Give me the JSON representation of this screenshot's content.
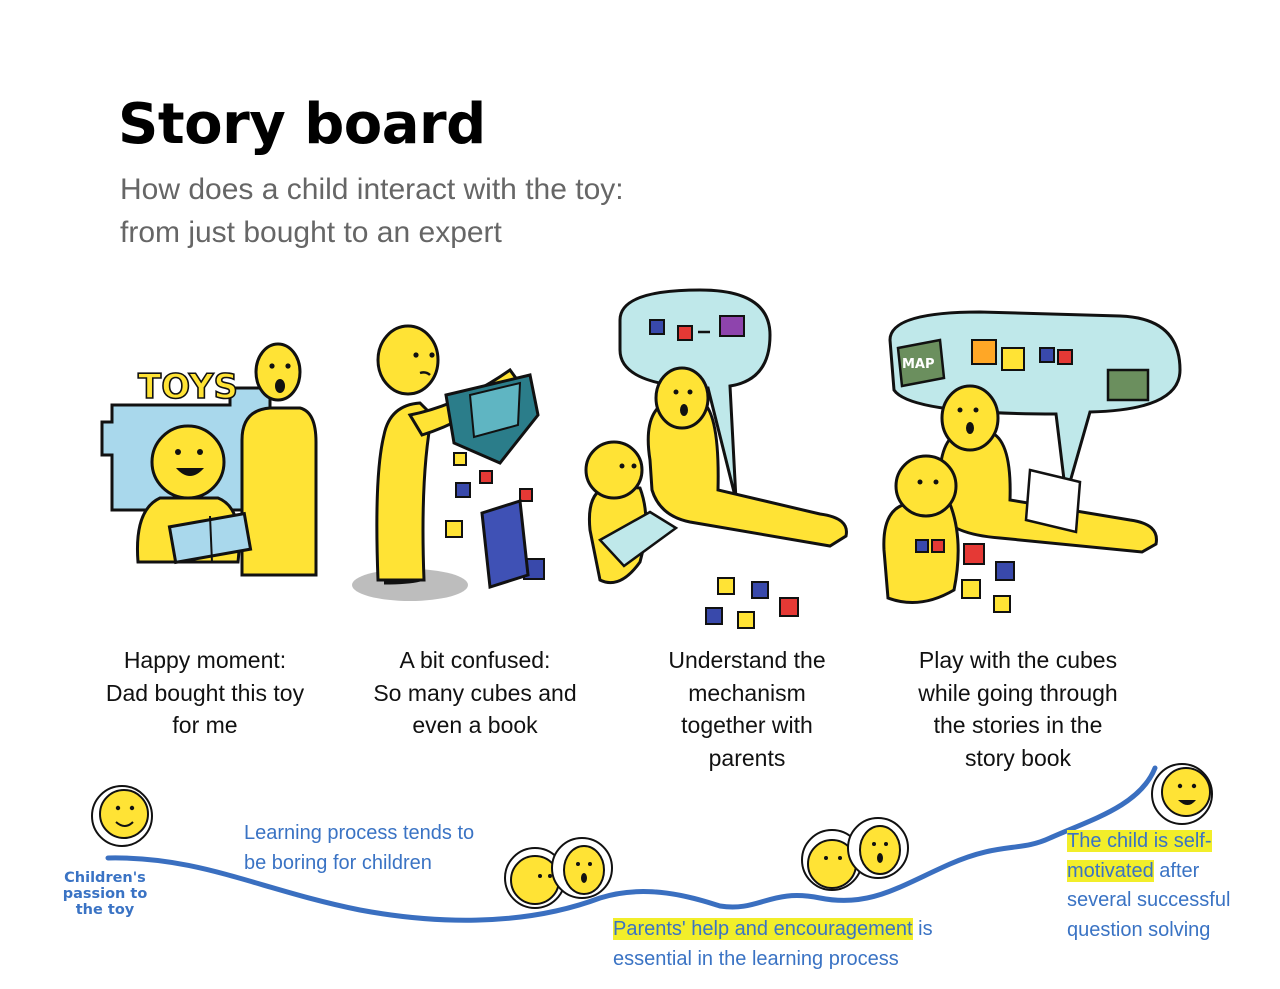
{
  "header": {
    "title": "Story board",
    "subtitle_line1": "How does a child interact with the toy:",
    "subtitle_line2": "from just bought to an expert"
  },
  "panels": [
    {
      "caption_lines": [
        "Happy moment:",
        "Dad bought this toy",
        "for me"
      ],
      "sign_text": "TOYS"
    },
    {
      "caption_lines": [
        "A bit confused:",
        "So many cubes and",
        "even a book"
      ]
    },
    {
      "caption_lines": [
        "Understand the",
        "mechanism",
        "together with",
        "parents"
      ]
    },
    {
      "caption_lines": [
        "Play with the cubes",
        "while going through",
        "the stories in the",
        "story book"
      ],
      "map_label": "MAP"
    }
  ],
  "journey": {
    "start_label": "Children's passion to the toy",
    "note_boring_lines": [
      "Learning process tends to",
      "be boring for children"
    ],
    "note_parents_highlight": "Parents' help and encouragement",
    "note_parents_rest_line1": " is",
    "note_parents_line2": "essential in the learning process",
    "note_self_highlight_line1": "The child is self-",
    "note_self_highlight_line2": "motivated",
    "note_self_rest_line2": " after",
    "note_self_line3": "several successful",
    "note_self_line4": "question solving"
  },
  "colors": {
    "figure_yellow": "#ffe335",
    "curve_blue": "#3a6fc0",
    "note_blue": "#3a73c4",
    "highlight_yellow": "#f2ee2a",
    "bubble_cyan": "#bfe8ea",
    "box_blue": "#a9d8ec"
  }
}
